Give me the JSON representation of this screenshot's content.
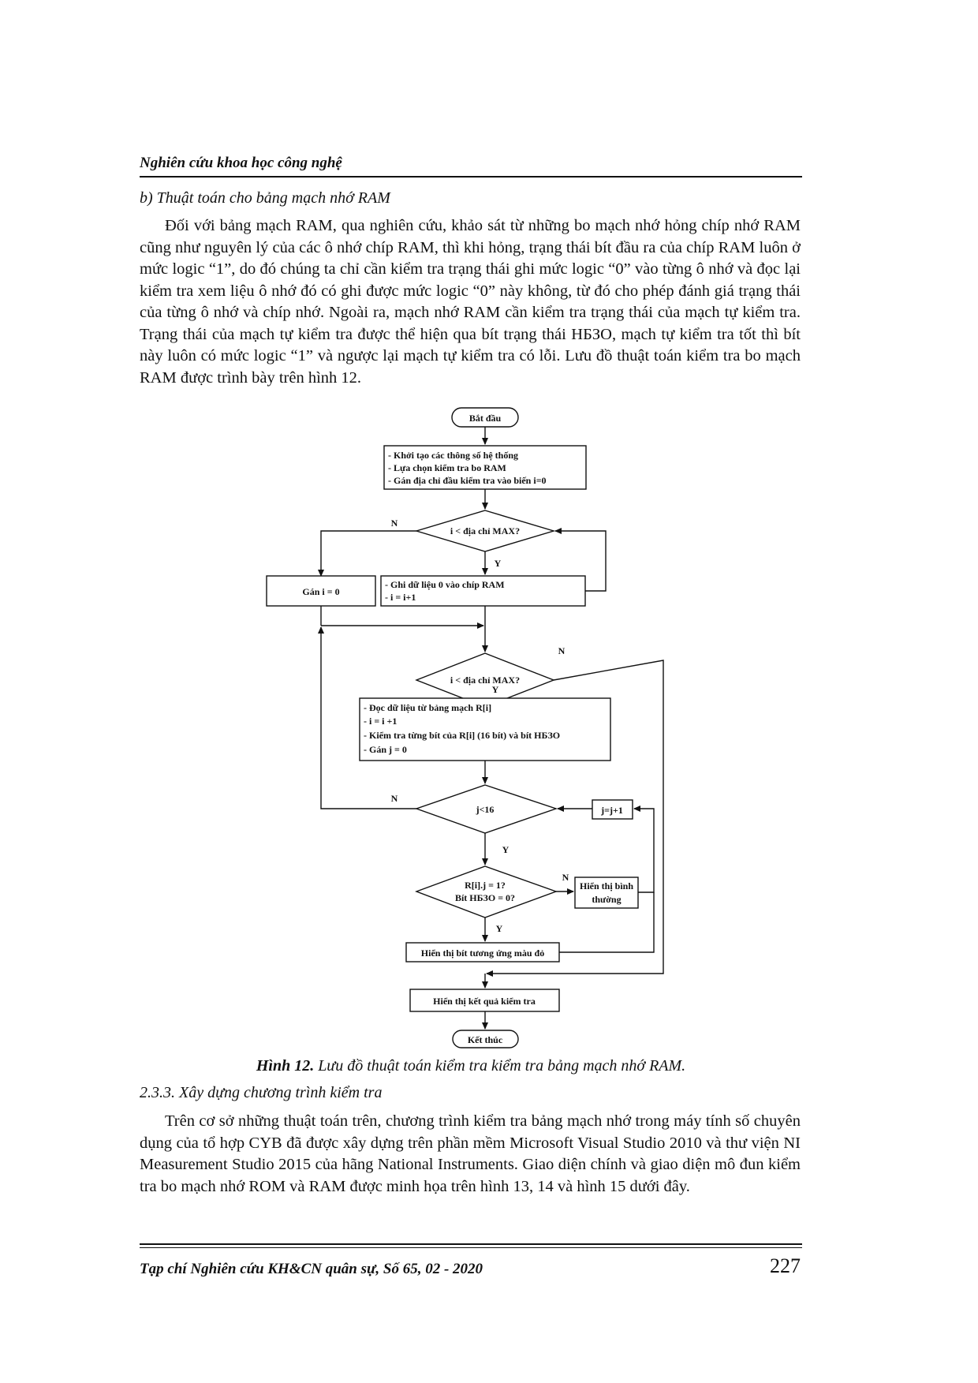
{
  "header": {
    "running_title": "Nghiên cứu khoa học công nghệ"
  },
  "section": {
    "subheading": "b) Thuật toán cho bảng mạch nhớ RAM"
  },
  "paragraph_1": "Đối với bảng mạch RAM, qua nghiên cứu, khảo sát từ những bo mạch nhớ hỏng chíp nhớ RAM cũng như nguyên lý của các ô nhớ chíp RAM, thì khi hỏng, trạng thái bít đầu ra của chíp RAM luôn ở mức logic “1”, do đó chúng ta chỉ cần kiểm tra trạng thái ghi mức logic “0” vào từng ô nhớ và đọc lại kiểm tra xem liệu ô nhớ đó có ghi được mức logic “0” này không, từ đó cho phép đánh giá trạng thái của từng ô nhớ và chíp nhớ. Ngoài ra, mạch nhớ RAM cần kiểm tra trạng thái của mạch tự kiểm tra. Trạng thái của mạch tự kiểm tra được thể hiện qua bít trạng thái НБЗО, mạch tự kiểm tra tốt thì bít này luôn có mức logic “1” và ngược lại mạch tự kiểm tra có lỗi. Lưu đồ thuật toán kiểm tra bo mạch RAM được trình bày trên hình 12.",
  "flowchart": {
    "start": "Bắt đầu",
    "init": [
      "- Khởi tạo các thông số hệ thống",
      "- Lựa chọn kiểm tra bo RAM",
      "- Gán địa chỉ đầu kiểm tra vào biến i=0"
    ],
    "cond1": "i < địa chỉ MAX?",
    "write": [
      "- Ghi dữ liệu 0 vào chíp RAM",
      "- i = i+1"
    ],
    "assign_i": "Gán i = 0",
    "cond2": "i < địa chỉ MAX?",
    "read": [
      "- Đọc dữ liệu từ bảng mạch R[i]",
      "- i = i +1",
      "- Kiểm tra từng bít của R[i] (16 bít) và bít НБЗО",
      "- Gán j = 0"
    ],
    "cond3": "j<16",
    "incr_j": "j=j+1",
    "cond4": [
      "R[i].j = 1?",
      "Bít НБЗО  = 0?"
    ],
    "normal": [
      "Hiển thị bình",
      "thường"
    ],
    "red": "Hiển thị bít tương ứng màu đỏ",
    "result": "Hiển thị kết quả kiểm tra",
    "end": "Kết thúc",
    "yes": "Y",
    "no": "N"
  },
  "caption": {
    "label": "Hình 12.",
    "text": "Lưu đồ thuật toán kiểm tra kiểm tra bảng mạch nhớ RAM."
  },
  "subsection": "2.3.3. Xây dựng chương trình kiểm tra",
  "paragraph_2": "Trên cơ sở những thuật toán trên, chương trình kiểm tra bảng mạch nhớ trong máy tính số chuyên dụng của tổ hợp CYB đã được xây dựng trên phần mềm Microsoft Visual Studio 2010 và thư viện NI Measurement Studio 2015 của hãng National Instruments. Giao diện chính và giao diện mô đun kiểm tra bo mạch nhớ ROM và RAM được minh họa trên hình 13, 14 và hình 15 dưới đây.",
  "footer": {
    "journal": "Tạp chí Nghiên cứu KH&CN quân sự, Số 65, 02 - 2020",
    "page_number": "227"
  }
}
